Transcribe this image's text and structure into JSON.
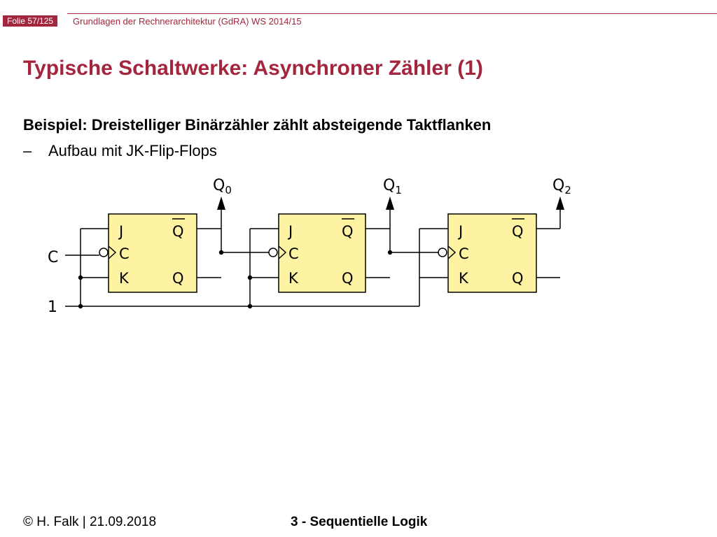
{
  "header": {
    "slide_number": "Folie 57/125",
    "course": "Grundlagen der Rechnerarchitektur (GdRA) WS 2014/15"
  },
  "title": "Typische Schaltwerke: Asynchroner Zähler (1)",
  "subtitle": "Beispiel: Dreistelliger Binärzähler zählt absteigende Taktflanken",
  "bullet": {
    "dash": "–",
    "text": "Aufbau mit JK-Flip-Flops"
  },
  "circuit": {
    "clock_label": "C",
    "one_label": "1",
    "flipflops": [
      {
        "j": "J",
        "c": "C",
        "k": "K",
        "qbar": "Q",
        "q": "Q",
        "output_letter": "Q",
        "output_index": "0"
      },
      {
        "j": "J",
        "c": "C",
        "k": "K",
        "qbar": "Q",
        "q": "Q",
        "output_letter": "Q",
        "output_index": "1"
      },
      {
        "j": "J",
        "c": "C",
        "k": "K",
        "qbar": "Q",
        "q": "Q",
        "output_letter": "Q",
        "output_index": "2"
      }
    ],
    "colors": {
      "box_fill": "#fdf3a3",
      "line": "#000000"
    }
  },
  "footer": {
    "author_date": "© H. Falk | 21.09.2018",
    "chapter": "3 - Sequentielle Logik"
  },
  "colors": {
    "accent": "#a3263e"
  }
}
